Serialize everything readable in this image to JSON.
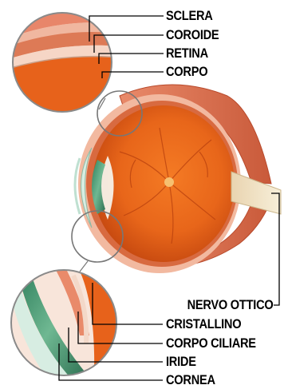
{
  "labels": {
    "sclera": "SCLERA",
    "coroide": "COROIDE",
    "retina": "RETINA",
    "corpo": "CORPO",
    "nervo_ottico": "NERVO OTTICO",
    "cristallino": "CRISTALLINO",
    "corpo_ciliare": "CORPO CILIARE",
    "iride": "IRIDE",
    "cornea": "CORNEA"
  },
  "colors": {
    "background": "#ffffff",
    "eyeball_orange": "#e8661a",
    "sclera_pink": "#f2b9a0",
    "muscle_red": "#d9694a",
    "iris_green": "#3f8f6a",
    "nerve_cream": "#efe2c2",
    "leader_line": "#000000"
  }
}
